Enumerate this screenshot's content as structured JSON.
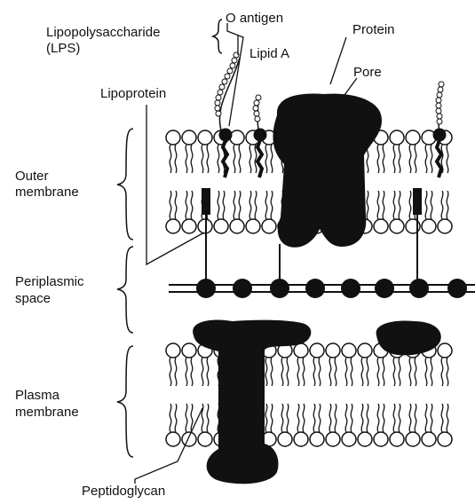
{
  "labels": {
    "lps_line1": "Lipopolysaccharide",
    "lps_line2": "(LPS)",
    "o_antigen": "O antigen",
    "lipid_a": "Lipid A",
    "protein": "Protein",
    "pore": "Pore",
    "lipoprotein": "Lipoprotein",
    "outer_line1": "Outer",
    "outer_line2": "membrane",
    "peri_line1": "Periplasmic",
    "peri_line2": "space",
    "plasma_line1": "Plasma",
    "plasma_line2": "membrane",
    "peptidoglycan": "Peptidoglycan"
  },
  "colors": {
    "ink": "#111111",
    "background": "#ffffff"
  }
}
